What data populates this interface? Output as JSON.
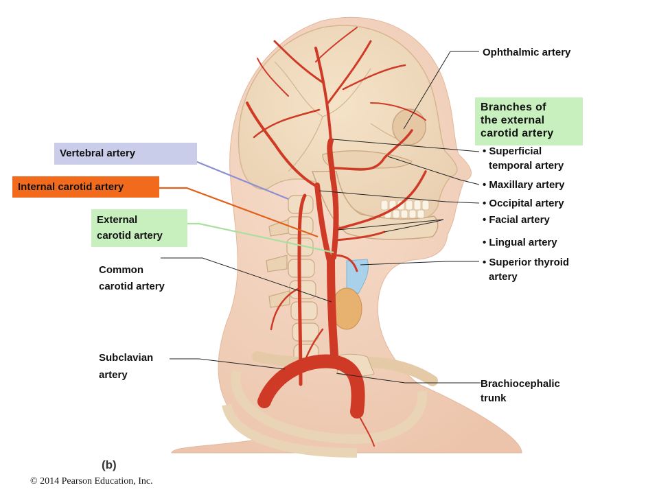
{
  "colors": {
    "skin": "#f2d4bf",
    "skin_shadow": "#e8bda3",
    "bone": "#f1dcc1",
    "bone_line": "#d9bb98",
    "artery": "#cf3a27",
    "artery_dark": "#9e2515",
    "thyroid": "#e7b26f",
    "larynx": "#a9d2ea",
    "vertebral_box": "#c9cdea",
    "internal_box": "#f26b1d",
    "external_box": "#c8f0bf",
    "branches_box": "#c8f0bf",
    "vertebral_leader": "#8a8fd0",
    "internal_leader": "#e0601a",
    "external_leader": "#a9e0a0",
    "leader": "#222222"
  },
  "labels": {
    "ophthalmic": "Ophthalmic artery",
    "branches_header_1": "Branches of",
    "branches_header_2": "the external",
    "branches_header_3": "carotid artery",
    "superficial_1": "• Superficial",
    "superficial_2": "temporal artery",
    "maxillary": "• Maxillary artery",
    "occipital": "• Occipital artery",
    "facial": "• Facial artery",
    "lingual": "• Lingual artery",
    "superior_thyroid_1": "• Superior thyroid",
    "superior_thyroid_2": "artery",
    "brachiocephalic_1": "Brachiocephalic",
    "brachiocephalic_2": "trunk",
    "vertebral": "Vertebral artery",
    "internal_carotid": "Internal carotid artery",
    "external_carotid_1": "External",
    "external_carotid_2": "carotid artery",
    "common_carotid_1": "Common",
    "common_carotid_2": "carotid artery",
    "subclavian_1": "Subclavian",
    "subclavian_2": "artery"
  },
  "panel_label": "(b)",
  "copyright": "© 2014 Pearson Education, Inc."
}
